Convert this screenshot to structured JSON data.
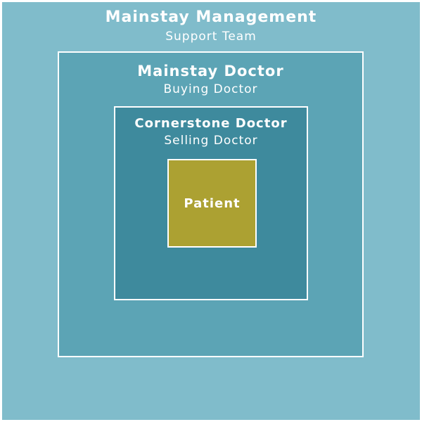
{
  "levels": [
    {
      "title": "Mainstay Management",
      "subtitle": "Support Team",
      "color": "#80bccb"
    },
    {
      "title": "Mainstay Doctor",
      "subtitle": "Buying Doctor",
      "color": "#5ca4b5"
    },
    {
      "title": "Cornerstone Doctor",
      "subtitle": "Selling Doctor",
      "color": "#3e8a9d"
    },
    {
      "title": "Patient",
      "color": "#aca132"
    }
  ]
}
